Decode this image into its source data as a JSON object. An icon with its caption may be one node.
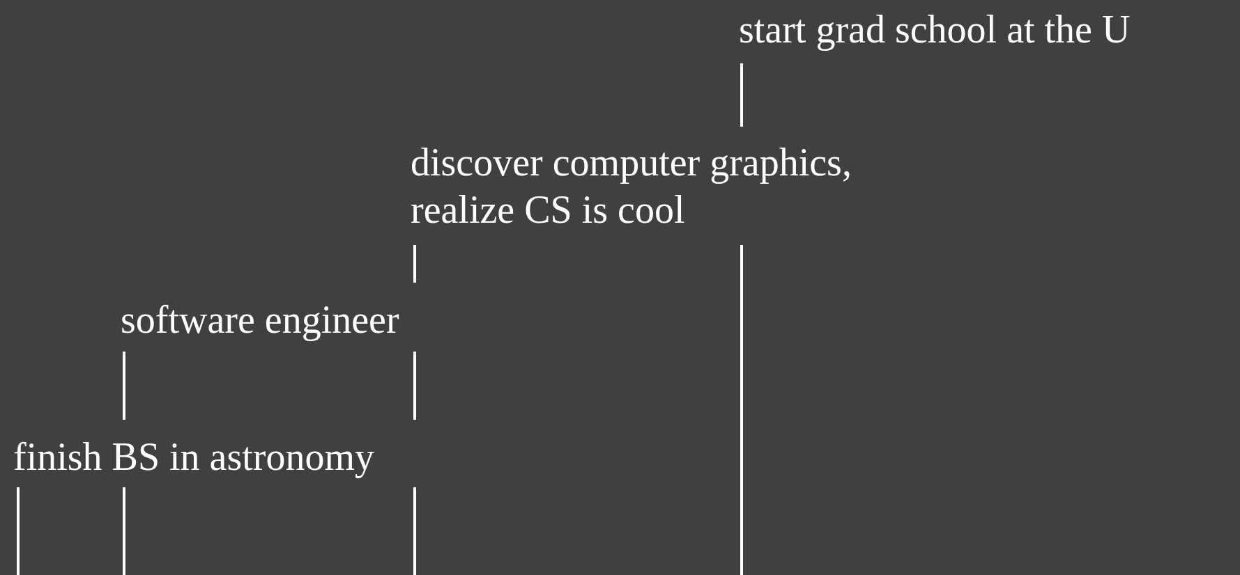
{
  "diagram": {
    "labels": [
      "start grad school at the U",
      "discover computer graphics, realize CS is cool",
      "software engineer",
      "finish BS in astronomy"
    ]
  }
}
